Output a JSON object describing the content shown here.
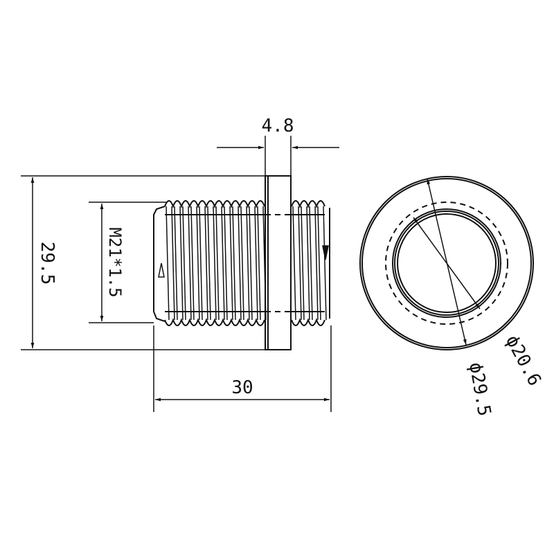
{
  "dimensions": {
    "flange_width": "4.8",
    "overall_height": "29.5",
    "thread_spec": "M21*1.5",
    "overall_length": "30",
    "inner_diameter": "ϕ20.6",
    "outer_diameter": "ϕ29.5"
  },
  "colors": {
    "line": "#111111",
    "background": "#ffffff"
  }
}
